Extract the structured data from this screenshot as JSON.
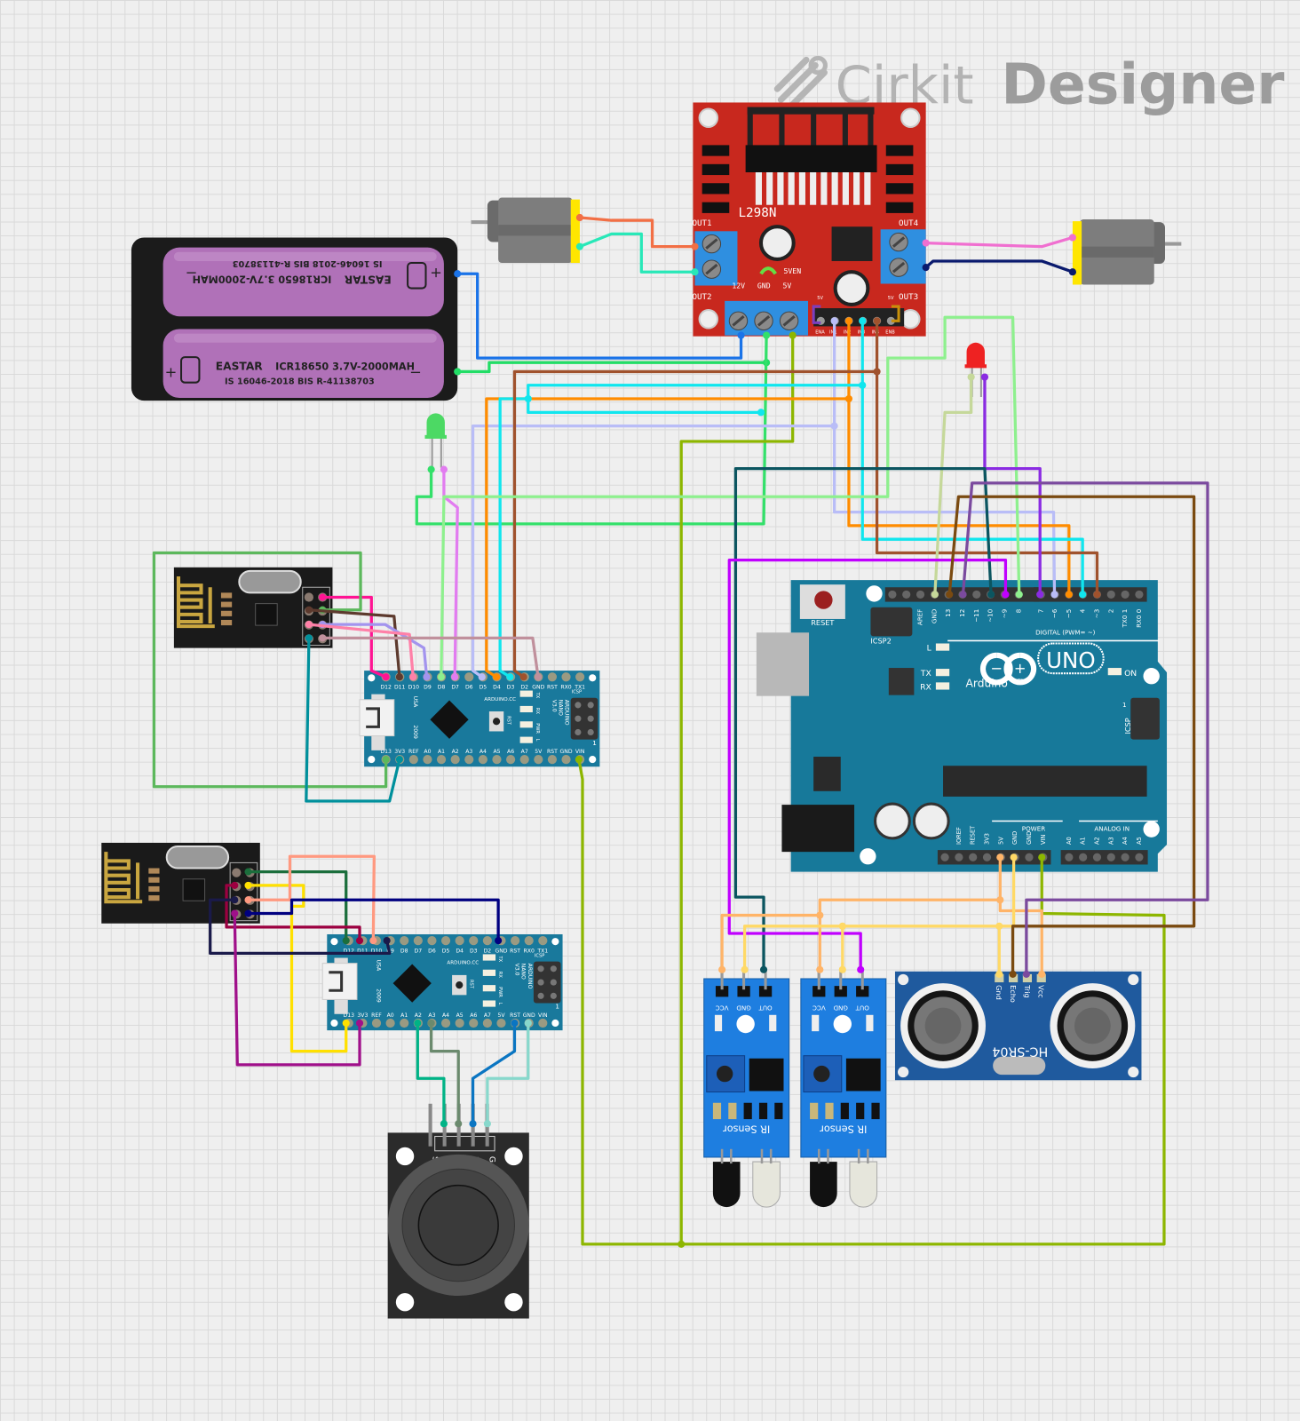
{
  "logo": {
    "brand": "Cirkit",
    "product": "Designer"
  },
  "l298n": {
    "title": "L298N",
    "out1": "OUT1",
    "out2": "OUT2",
    "out3": "OUT3",
    "out4": "OUT4",
    "power_labels": [
      "12V",
      "GND",
      "5V"
    ],
    "jumper": "5VEN",
    "header_5v": "5V",
    "header_labels": [
      "ENA",
      "IN1",
      "IN2",
      "IN3",
      "IN4",
      "ENB"
    ]
  },
  "battery": {
    "brand": "EASTAR",
    "spec": "ICR18650 3.7V-2000MAH",
    "cert": "IS 16046-2018 BIS R-41138703",
    "plus": "+",
    "minus": "−"
  },
  "nano": {
    "top_pins": [
      "D12",
      "D11",
      "D10",
      "D9",
      "D8",
      "D7",
      "D6",
      "D5",
      "D4",
      "D3",
      "D2",
      "GND",
      "RST",
      "RX0",
      "TX1"
    ],
    "bottom_pins": [
      "D13",
      "3V3",
      "REF",
      "A0",
      "A1",
      "A2",
      "A3",
      "A4",
      "A5",
      "A6",
      "A7",
      "5V",
      "RST",
      "GND",
      "VIN"
    ],
    "brand": "ARDUINO.CC",
    "model": [
      "ARDUINO",
      "NANO",
      "V3.0"
    ],
    "usa": "USA",
    "year": "2009",
    "rst": "RST",
    "icsp": "ICSP",
    "one": "1",
    "leds": [
      "TX",
      "RX",
      "PWR",
      "L"
    ]
  },
  "uno": {
    "reset": "RESET",
    "icsp2": "ICSP2",
    "icsp": "ICSP",
    "one": "1",
    "digital_pins_left": [
      "",
      "",
      "AREF",
      "GND",
      "13",
      "12",
      "~11",
      "~10",
      "~9",
      "8"
    ],
    "digital_pins_right": [
      "7",
      "~6",
      "~5",
      "4",
      "~3",
      "2",
      "TX0 1",
      "RX0 0"
    ],
    "digital_label": "DIGITAL (PWM= ~)",
    "leds": [
      "L",
      "TX",
      "RX"
    ],
    "on": "ON",
    "logo_text": "Arduino",
    "model": "UNO",
    "tm": "TM",
    "power_pins": [
      "",
      "IOREF",
      "RESET",
      "3V3",
      "5V",
      "GND",
      "GND",
      "VIN"
    ],
    "power_label": "POWER",
    "analog_pins": [
      "A0",
      "A1",
      "A2",
      "A3",
      "A4",
      "A5"
    ],
    "analog_label": "ANALOG IN"
  },
  "ir_sensor": {
    "pins": [
      "VCC",
      "GND",
      "OUT"
    ],
    "label": "IR Sensor"
  },
  "hcsr04": {
    "pins": [
      "Gnd",
      "Echo",
      "Trig",
      "Vcc"
    ],
    "label": "HC-SR04"
  },
  "joystick": {
    "pins": [
      "S",
      "V",
      "V",
      "+",
      "G"
    ]
  },
  "palette": {
    "l298n_board": "#c8281e",
    "terminal_blue": "#2f8fe0",
    "nano_board": "#19799c",
    "uno_board": "#17799a",
    "ir_board": "#1e7ee0",
    "hcsr04_board": "#1f5a9e",
    "battery_cell": "#b071b8",
    "nrf_board": "#1a1a1a",
    "joystick_board": "#2b2b2b"
  }
}
